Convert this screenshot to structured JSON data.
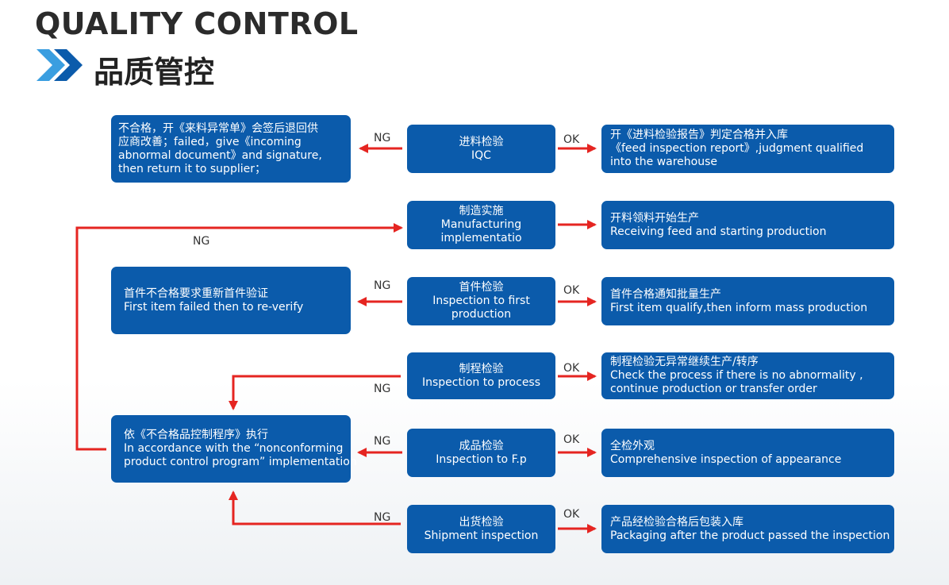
{
  "header": {
    "title_en": "QUALITY CONTROL",
    "title_cn": "品质管控"
  },
  "stages": {
    "iqc": {
      "l1": "进料检验",
      "l2": "IQC"
    },
    "mfg": {
      "l1": "制造实施",
      "l2": "Manufacturing",
      "l3": "implementatio"
    },
    "first": {
      "l1": "首件检验",
      "l2": "Inspection to first",
      "l3": "production"
    },
    "process": {
      "l1": "制程检验",
      "l2": "Inspection to process"
    },
    "fp": {
      "l1": "成品检验",
      "l2": "Inspection to F.p"
    },
    "ship": {
      "l1": "出货检验",
      "l2": "Shipment inspection"
    }
  },
  "ok_results": {
    "iqc": {
      "l1": "开《进料检验报告》判定合格并入库",
      "l2": "《feed inspection report》,judgment qualified",
      "l3": "into the warehouse"
    },
    "mfg": {
      "l1": "开料领料开始生产",
      "l2": "Receiving feed and starting production"
    },
    "first": {
      "l1": "首件合格通知批量生产",
      "l2": "First item qualify,then inform mass production"
    },
    "process": {
      "l1": "制程检验无异常继续生产/转序",
      "l2": "Check the process if there is no abnormality ,",
      "l3": "continue production or transfer order"
    },
    "fp": {
      "l1": "全检外观",
      "l2": "Comprehensive inspection of appearance"
    },
    "ship": {
      "l1": "产品经检验合格后包装入库",
      "l2": "Packaging after the product passed the inspection"
    }
  },
  "ng_results": {
    "iqc": {
      "l1": "不合格，开《来料异常单》会签后退回供",
      "l2": "应商改善；failed，give《incoming",
      "l3": "abnormal document》and signature,",
      "l4": "then return it to supplier；"
    },
    "first": {
      "l1": "首件不合格要求重新首件验证",
      "l2": "First item failed then to re-verify"
    },
    "nonconforming": {
      "l1": "依《不合格品控制程序》执行",
      "l2": "In accordance with the “nonconforming",
      "l3": "product control program” implementation"
    }
  },
  "labels": {
    "ok": "OK",
    "ng": "NG"
  },
  "colors": {
    "box": "#0b5bab",
    "arrow": "#e52521",
    "chevron_dark": "#0b5bab",
    "chevron_light": "#3a9ee0"
  }
}
